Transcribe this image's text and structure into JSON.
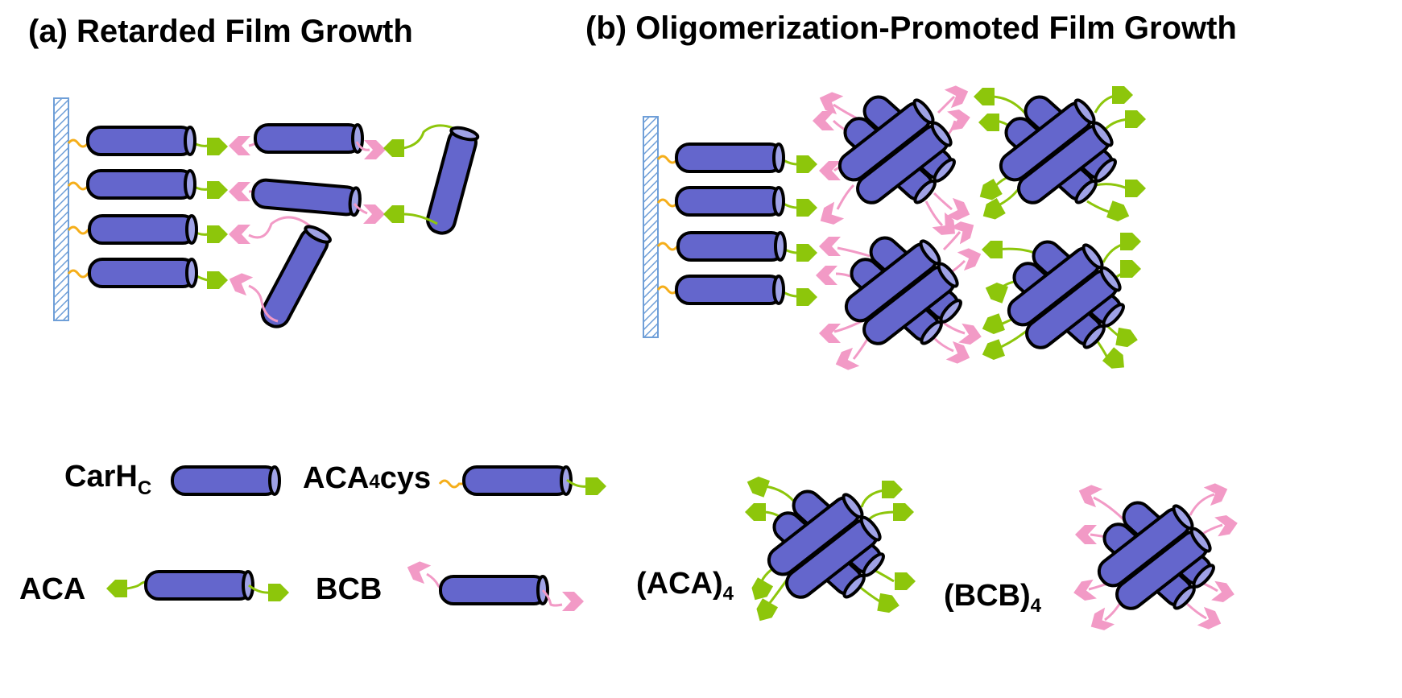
{
  "panels": {
    "a": {
      "title": "(a) Retarded Film Growth"
    },
    "b": {
      "title": "(b) Oligomerization-Promoted Film Growth"
    }
  },
  "legend": {
    "carhc": {
      "main": "CarH",
      "sub": "C"
    },
    "aca4cys": {
      "pre": "ACA",
      "sub": "4",
      "post": "cys"
    },
    "aca": {
      "label": "ACA"
    },
    "bcb": {
      "label": "BCB"
    },
    "aca4": {
      "main": "(ACA)",
      "sub": "4"
    },
    "bcb4": {
      "main": "(BCB)",
      "sub": "4"
    }
  },
  "colors": {
    "rod": "#6466cc",
    "rod_cap": "#9fa2e6",
    "outline": "#000000",
    "green_domain": "#8dc60b",
    "pink_domain": "#f29ac6",
    "cys_linker": "#f5ae1a",
    "surface_hatch": "#6f9fd8"
  }
}
